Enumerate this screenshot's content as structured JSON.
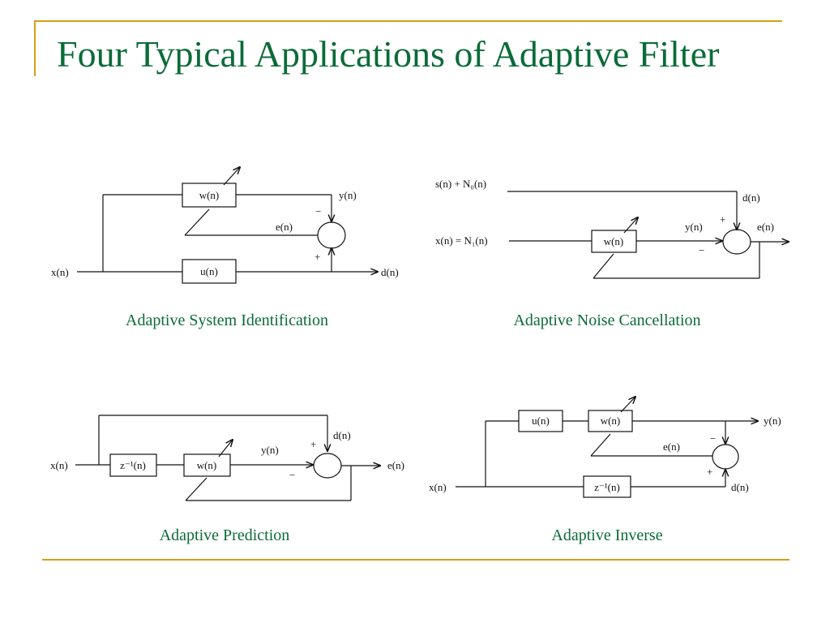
{
  "slide": {
    "title": "Four Typical Applications of Adaptive Filter"
  },
  "captions": {
    "system_identification": "Adaptive System Identification",
    "noise_cancellation": "Adaptive Noise Cancellation",
    "prediction": "Adaptive Prediction",
    "inverse": "Adaptive Inverse"
  },
  "diagrams": {
    "system_identification": {
      "filter": "w(n)",
      "plant": "u(n)",
      "input": "x(n)",
      "output": "y(n)",
      "error": "e(n)",
      "desired": "d(n)",
      "minus": "−",
      "plus": "+"
    },
    "noise_cancellation": {
      "primary_input": "s(n) + N₀(n)",
      "reference_input": "x(n) = N₁(n)",
      "filter": "w(n)",
      "desired": "d(n)",
      "output": "y(n)",
      "error": "e(n)",
      "plus": "+",
      "minus": "−"
    },
    "prediction": {
      "input": "x(n)",
      "delay": "z⁻¹(n)",
      "filter": "w(n)",
      "output": "y(n)",
      "desired": "d(n)",
      "error": "e(n)",
      "plus": "+",
      "minus": "−"
    },
    "inverse": {
      "plant": "u(n)",
      "filter": "w(n)",
      "output": "y(n)",
      "error": "e(n)",
      "input": "x(n)",
      "delay": "z⁻¹(n)",
      "desired": "d(n)",
      "minus": "−",
      "plus": "+"
    }
  }
}
